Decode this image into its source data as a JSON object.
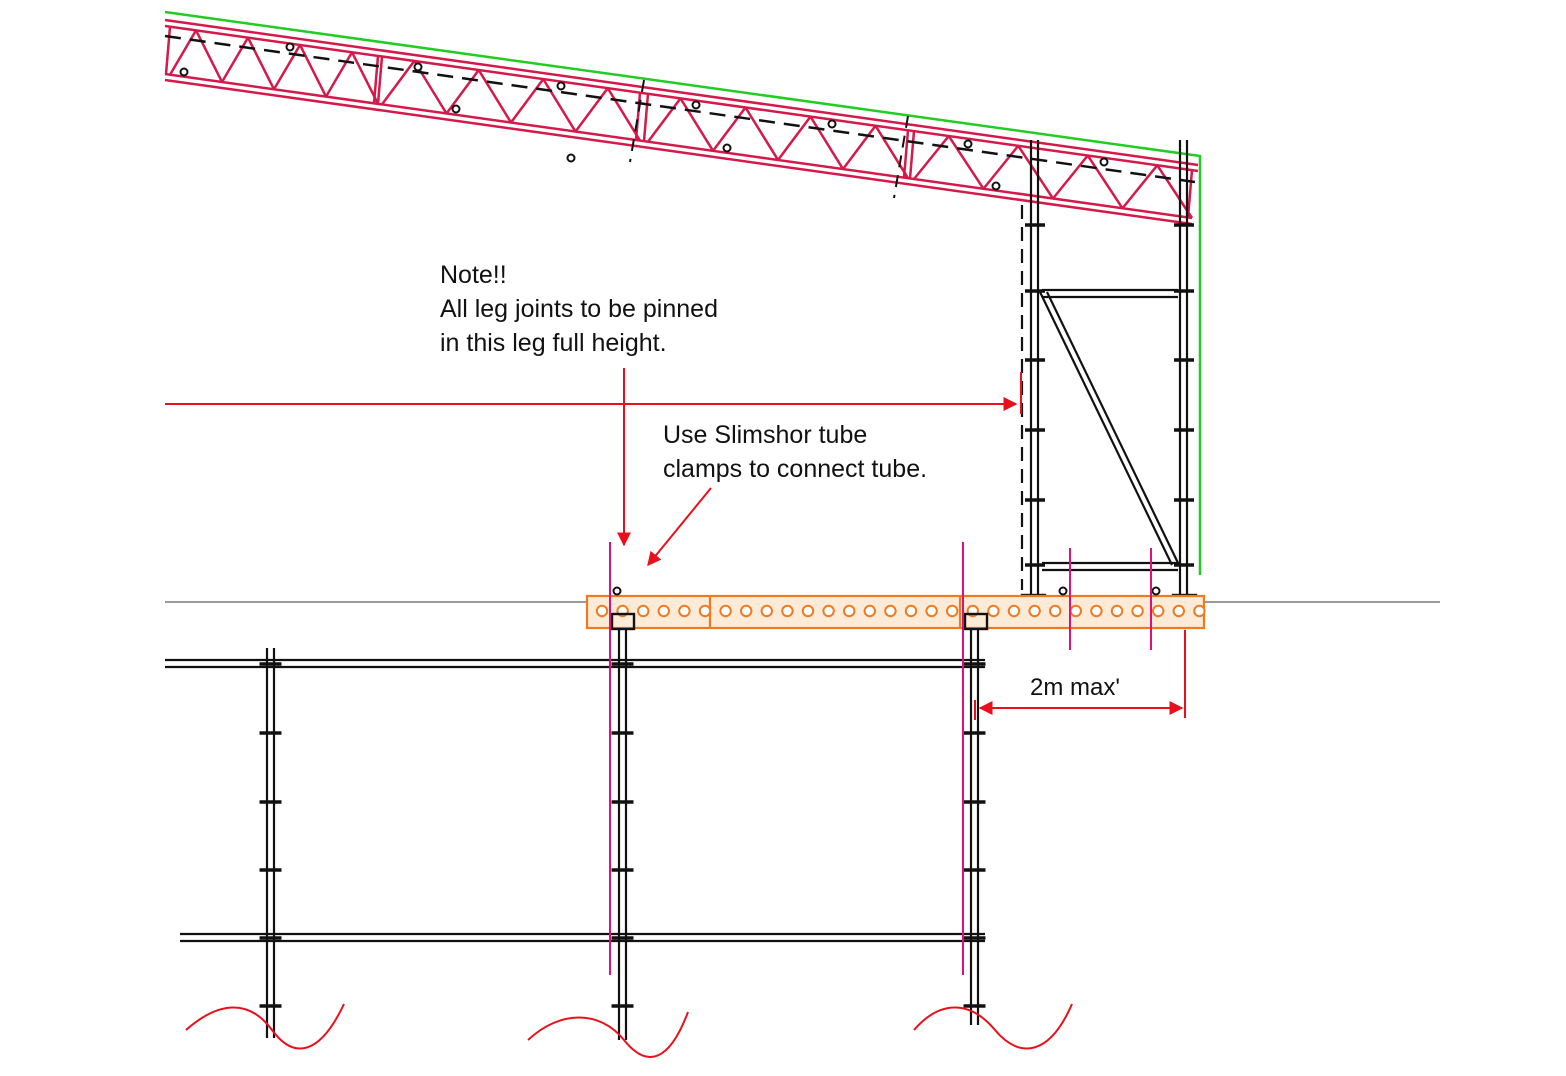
{
  "notes": {
    "pin_line1": "Note!!",
    "pin_line2": "All leg joints to be pinned",
    "pin_line3": "in this leg full height.",
    "clamp_line1": "Use Slimshor tube",
    "clamp_line2": "clamps to connect tube."
  },
  "dimension": {
    "label": "2m max'"
  },
  "colors": {
    "truss": "#d41a4a",
    "cladding": "#22cc22",
    "leader": "#e8101c",
    "guide": "#e0107a",
    "beam": "#f07a1e",
    "tube": "#111111",
    "ground": "#9a9a9a"
  }
}
